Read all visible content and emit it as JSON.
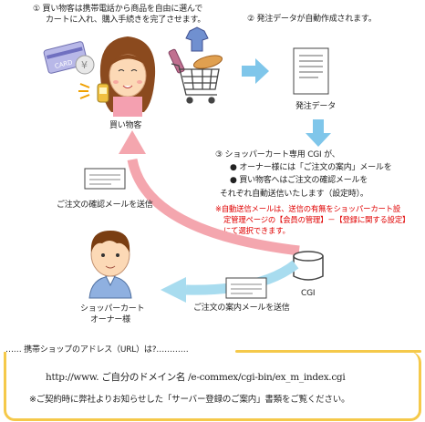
{
  "step1": {
    "line1": "① 買い物客は携帯電話から商品を自由に選んで",
    "line2": "カートに入れ、購入手続きを完了させます。"
  },
  "step2": {
    "text": "② 発注データが自動作成されます。"
  },
  "step3": {
    "line1": "③ ショッパーカート専用 CGI が、",
    "bullet1": "● オーナー様には「ご注文の案内」メールを",
    "bullet2": "● 買い物客へはご注文の確認メールを",
    "line4": "それぞれ自動送信いたします（設定時）。"
  },
  "note": {
    "line1": "※自動送信メールは、送信の有無をショッパーカート設",
    "line2": "定管理ページの【会員の管理】－【登録に関する設定】",
    "line3": "にて選択できます。"
  },
  "labels": {
    "shopper": "買い物客",
    "order_data": "発注データ",
    "confirm_mail": "ご注文の確認メールを送信",
    "cgi": "CGI",
    "owner_line1": "ショッパーカート",
    "owner_line2": "オーナー様",
    "notice_mail": "ご注文の案内メールを送信",
    "card": "CARD"
  },
  "address": {
    "heading": "…… 携帯ショップのアドレス（URL）は?…………",
    "url": "http://www. ご自分のドメイン名 /e-commex/cgi-bin/ex_m_index.cgi",
    "notice": "※ご契約時に弊社よりお知らせした「サーバー登録のご案内」書類をご覧ください。"
  },
  "colors": {
    "arrow_blue": "#7fc6ea",
    "arrow_pink": "#f4a6ae",
    "note_red": "#e00000",
    "frame_yellow": "#f5c94a"
  }
}
